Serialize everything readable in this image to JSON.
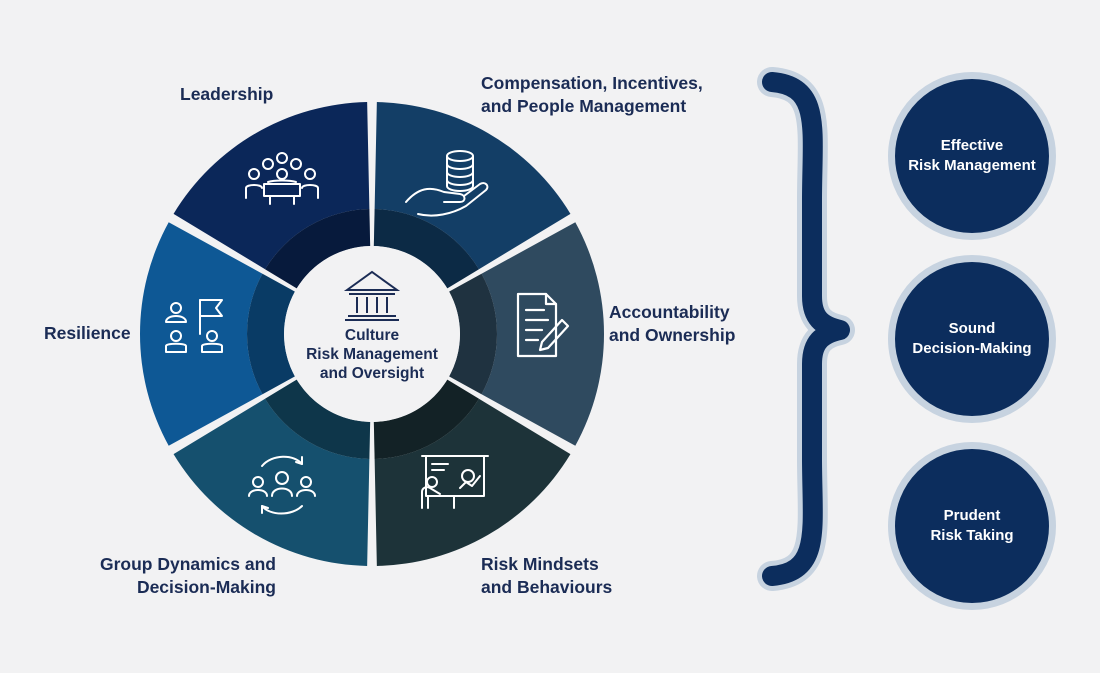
{
  "diagram": {
    "center": {
      "text": "Culture\nRisk Management\nand Oversight",
      "icon": "bank-building-icon"
    },
    "segments": [
      {
        "id": "compensation",
        "label": "Compensation, Incentives,\nand People Management",
        "icon": "coins-in-hand-icon",
        "color": "#133e66"
      },
      {
        "id": "accountability",
        "label": "Accountability\nand Ownership",
        "icon": "document-pen-icon",
        "color": "#2f4a5f"
      },
      {
        "id": "risk-mindsets",
        "label": "Risk Mindsets\nand Behaviours",
        "icon": "presentation-board-icon",
        "color": "#1d3339"
      },
      {
        "id": "group-dynamics",
        "label": "Group Dynamics and\nDecision-Making",
        "icon": "people-cycle-icon",
        "color": "#15506e"
      },
      {
        "id": "resilience",
        "label": "Resilience",
        "icon": "team-flag-icon",
        "color": "#0e5895"
      },
      {
        "id": "leadership",
        "label": "Leadership",
        "icon": "meeting-table-icon",
        "color": "#0b2759"
      }
    ],
    "outcomes": [
      {
        "label": "Effective\nRisk Management"
      },
      {
        "label": "Sound\nDecision-Making"
      },
      {
        "label": "Prudent\nRisk Taking"
      }
    ],
    "colors": {
      "background": "#f2f2f3",
      "text": "#1b2c55",
      "brace": "#0c2d5d",
      "brace_outline": "#c7d3e0",
      "outcome_fill": "#0c2d5d",
      "outcome_ring": "#c7d3e0",
      "center_fill": "#f2f2f3"
    }
  }
}
